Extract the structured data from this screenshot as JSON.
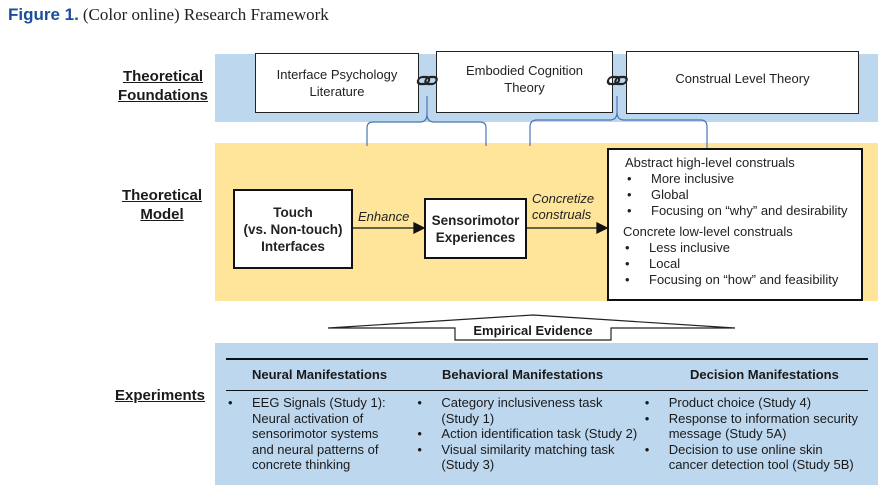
{
  "caption": {
    "figure_label": "Figure 1.",
    "text": "(Color online) Research Framework"
  },
  "colors": {
    "caption_blue": "#1b4f9c",
    "band_blue": "#bdd7ee",
    "band_yellow": "#ffe59a",
    "connector_blue": "#4a74b8"
  },
  "rows": {
    "foundations_label": [
      "Theoretical",
      "Foundations"
    ],
    "model_label": [
      "Theoretical",
      "Model"
    ],
    "experiments_label": "Experiments"
  },
  "foundations": {
    "boxes": [
      {
        "lines": [
          "Interface Psychology",
          "Literature"
        ]
      },
      {
        "lines": [
          "Embodied Cognition",
          "Theory"
        ]
      },
      {
        "lines": [
          "Construal Level Theory"
        ]
      }
    ],
    "links": [
      "link-icon",
      "link-icon"
    ]
  },
  "model": {
    "touch_box": [
      "Touch",
      "(vs. Non-touch)",
      "Interfaces"
    ],
    "enhance_label": "Enhance",
    "sensorimotor_box": [
      "Sensorimotor",
      "Experiences"
    ],
    "concretize_label": [
      "Concretize",
      "construals"
    ],
    "construal_box": {
      "abstract_heading": "Abstract high-level construals",
      "abstract_items": [
        "More inclusive",
        "Global",
        "Focusing on “why” and desirability"
      ],
      "concrete_heading": "Concrete low-level construals",
      "concrete_items": [
        "Less inclusive",
        "Local",
        "Focusing on “how” and feasibility"
      ]
    }
  },
  "evidence_label": "Empirical Evidence",
  "experiments": {
    "columns": [
      {
        "heading": "Neural Manifestations",
        "items": [
          "EEG Signals (Study 1): Neural activation of sensorimotor systems and neural patterns of concrete thinking"
        ]
      },
      {
        "heading": "Behavioral Manifestations",
        "items": [
          "Category inclusiveness task (Study 1)",
          "Action identification task (Study 2)",
          "Visual similarity matching task (Study 3)"
        ]
      },
      {
        "heading": "Decision Manifestations",
        "items": [
          "Product choice (Study 4)",
          "Response to information security message (Study 5A)",
          "Decision to use online skin cancer detection tool (Study 5B)"
        ]
      }
    ]
  }
}
